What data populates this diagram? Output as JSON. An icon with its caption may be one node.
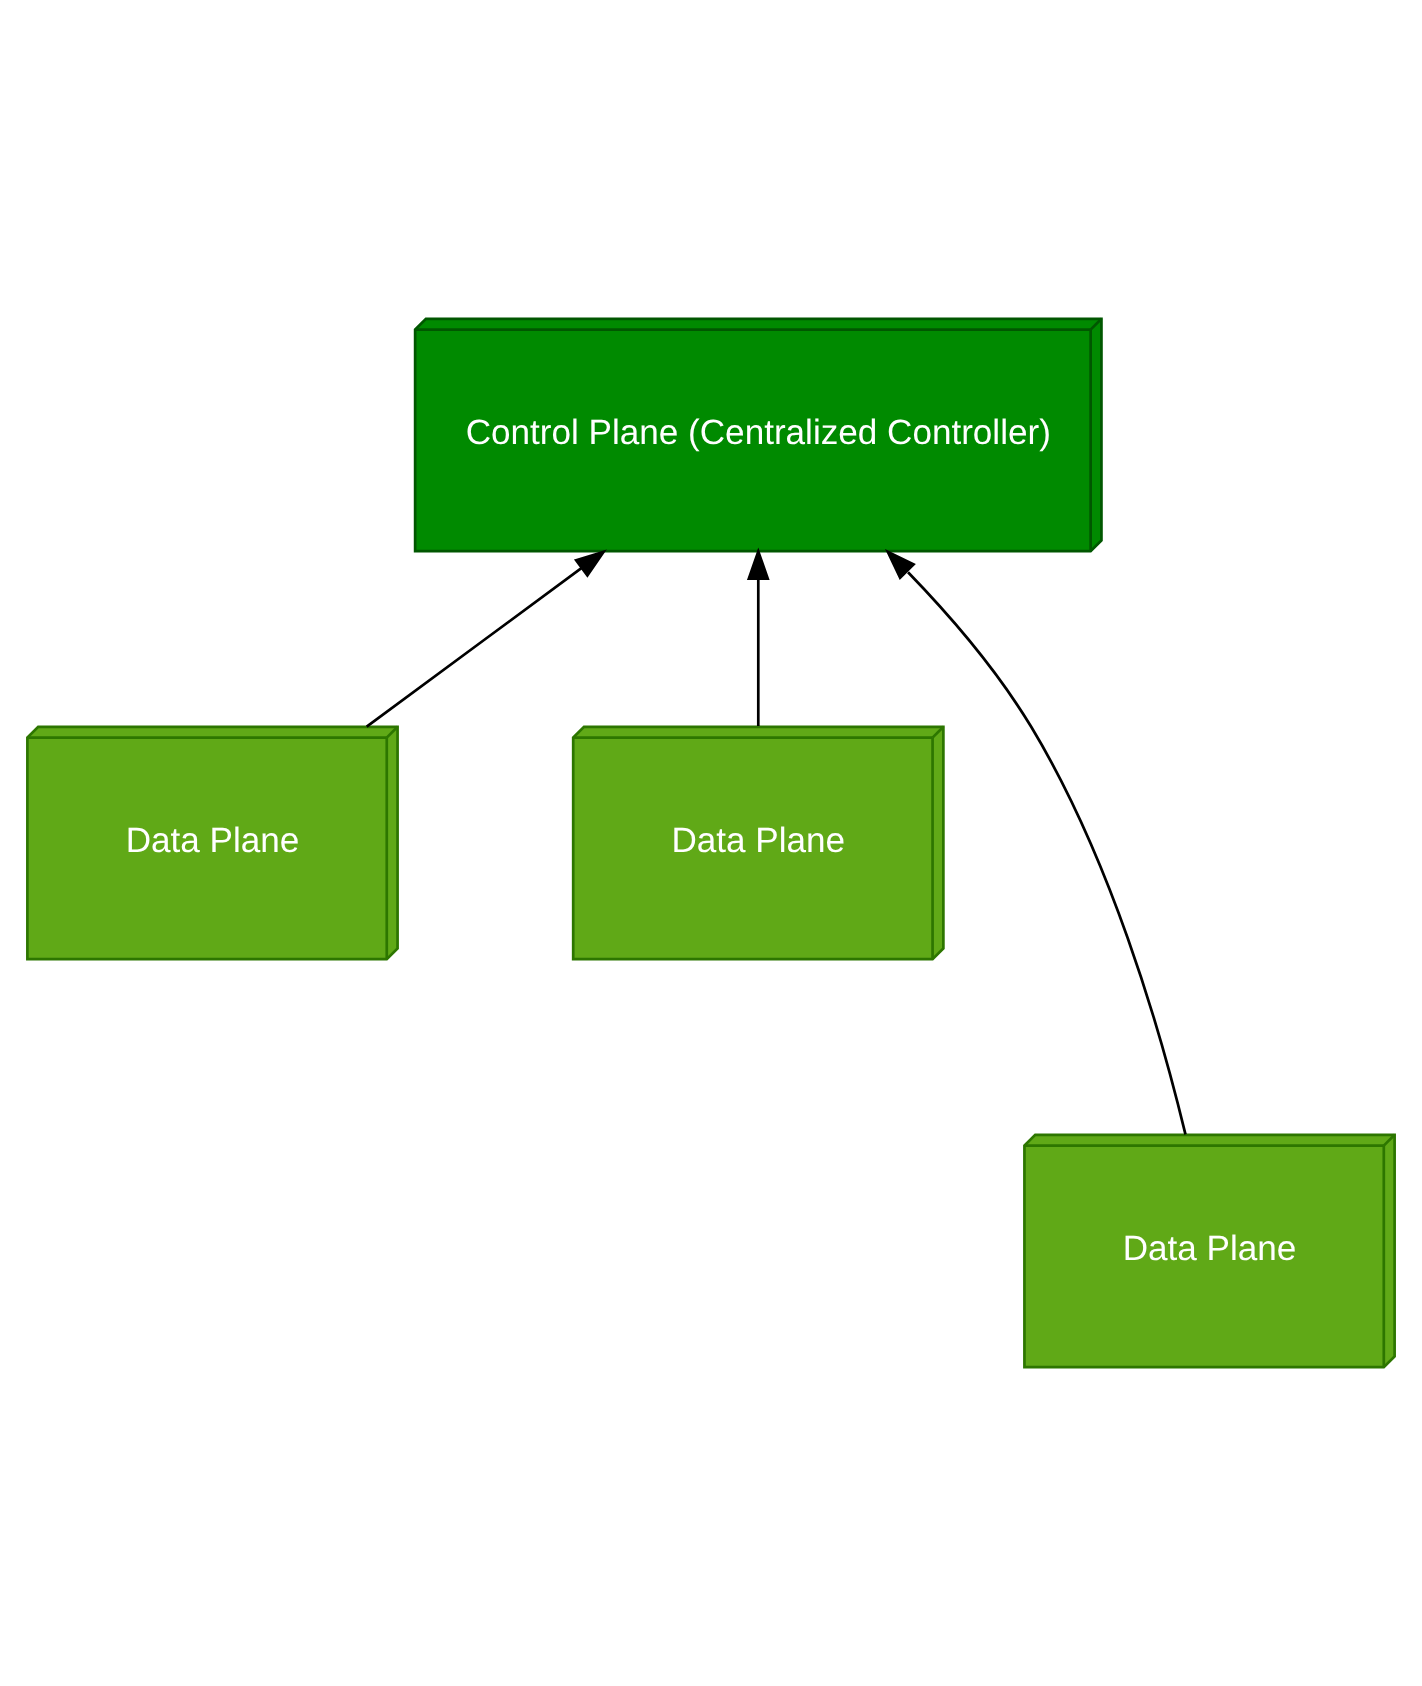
{
  "diagram": {
    "nodes": [
      {
        "text": [
          "Control Plane (Centralized Controller)"
        ]
      },
      {
        "text": [
          "Data Plane"
        ]
      },
      {
        "text": [
          "Data Plane"
        ]
      },
      {
        "text": [
          "Data Plane"
        ]
      }
    ],
    "edges": [
      {
        "from": 1,
        "to": 0,
        "arrow": "to"
      },
      {
        "from": 3,
        "to": 0,
        "arrow": "to"
      },
      {
        "from": 2,
        "to": 0,
        "arrow": "to"
      }
    ]
  }
}
